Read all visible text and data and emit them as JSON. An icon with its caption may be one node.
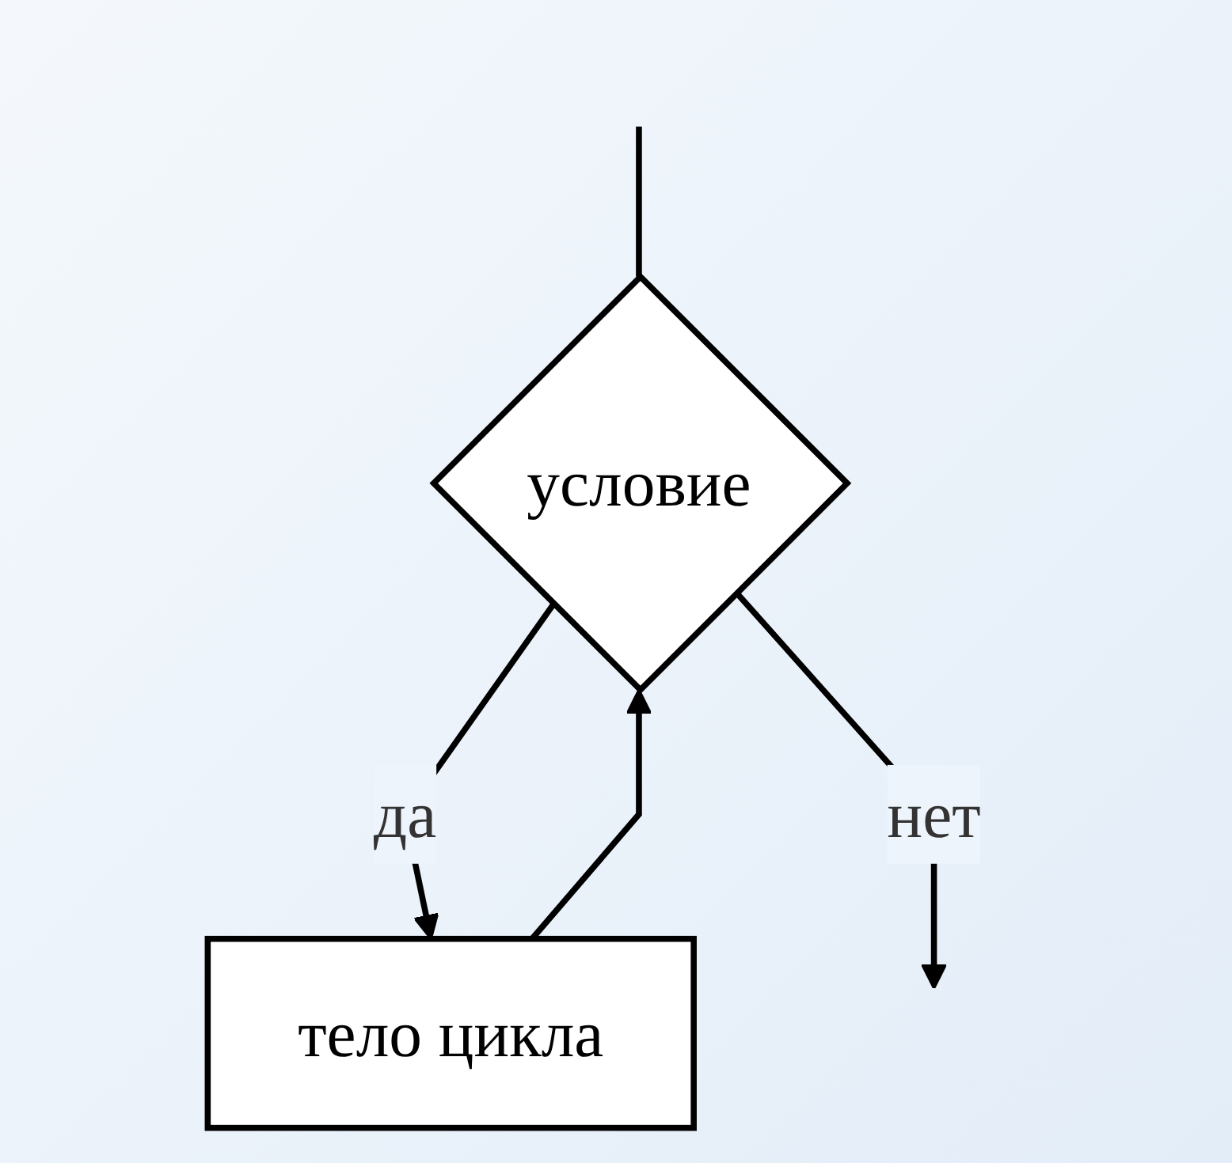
{
  "diagram": {
    "nodes": [
      {
        "text": [
          "условие"
        ]
      },
      {
        "text": [
          "тело цикла"
        ]
      }
    ],
    "edges": [
      {
        "from": null,
        "to": 0,
        "arrow": "none"
      },
      {
        "from": 0,
        "to": 1,
        "label": "да",
        "arrow": "to"
      },
      {
        "from": 1,
        "to": 0,
        "arrow": "to"
      },
      {
        "from": 0,
        "to": null,
        "label": "нет",
        "arrow": "to"
      }
    ]
  }
}
